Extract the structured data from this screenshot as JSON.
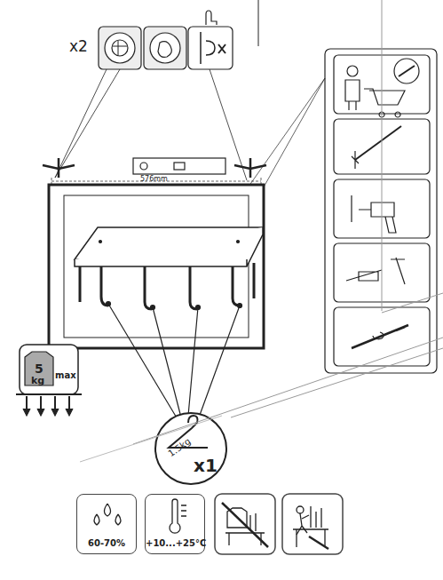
{
  "diagram": {
    "nodes": [
      {
        "text": [
          "60-70%"
        ]
      },
      {
        "text": [
          "+10...+25°C"
        ]
      }
    ],
    "labels": [
      "x2",
      "576mm",
      "5",
      "kg",
      "max",
      "1.5kg",
      "x1"
    ]
  }
}
